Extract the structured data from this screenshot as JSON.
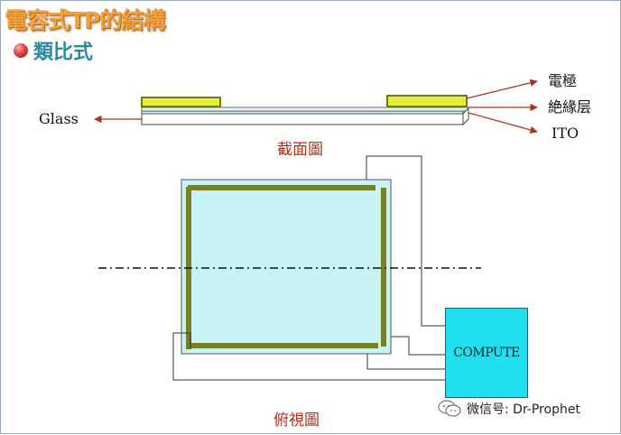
{
  "header": {
    "title": "電容式TP的結構",
    "subtitle": "類比式"
  },
  "cross_section": {
    "labels": {
      "electrode": "電極",
      "insulation": "絶緣层",
      "ito": "ITO",
      "glass": "Glass"
    },
    "caption": "截面圖"
  },
  "top_view": {
    "compute_label": "COMPUTE",
    "caption": "俯視圖"
  },
  "watermark": {
    "text": "微信号: Dr-Prophet"
  },
  "colors": {
    "title": "#f2a03d",
    "subtitle": "#2c8aa0",
    "caption": "#b0301a",
    "electrode_fill": "#e8ef3a",
    "electrode_border": "#6e7a1c",
    "panel_fill": "#c7f3f5",
    "electrode_bar": "#7b7f21",
    "compute_fill": "#20e0ee",
    "arrow": "#b0301a"
  }
}
